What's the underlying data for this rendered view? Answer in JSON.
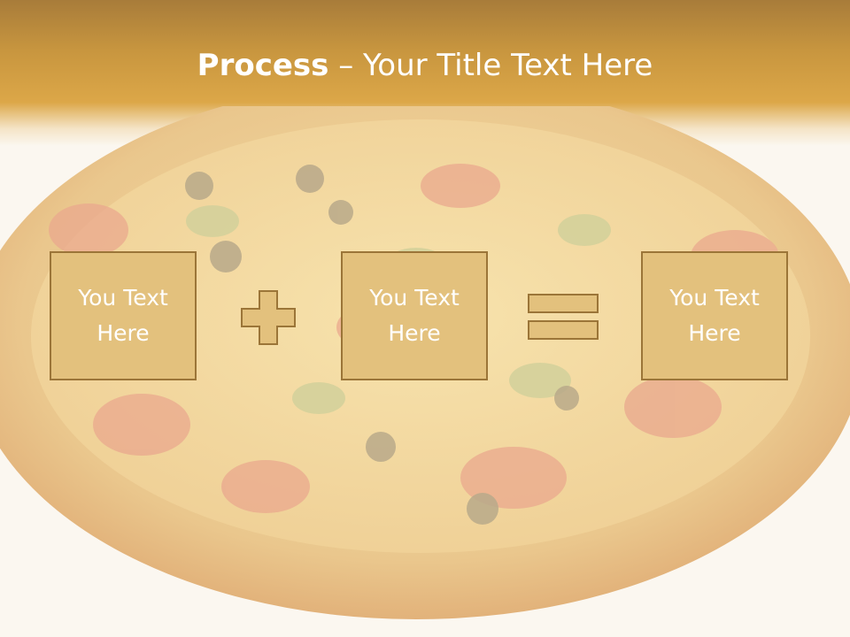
{
  "slide": {
    "title_bold": "Process",
    "title_dash": " – ",
    "title_rest": "Your Title Text Here"
  },
  "process": {
    "boxes": [
      {
        "text": "You Text Here"
      },
      {
        "text": "You Text Here"
      },
      {
        "text": "You Text Here"
      }
    ],
    "operators": [
      "plus-icon",
      "equals-icon"
    ]
  },
  "colors": {
    "header": "#d4a04a",
    "box_fill": "#e3c17d",
    "box_border": "#9b7538",
    "text": "#ffffff"
  }
}
